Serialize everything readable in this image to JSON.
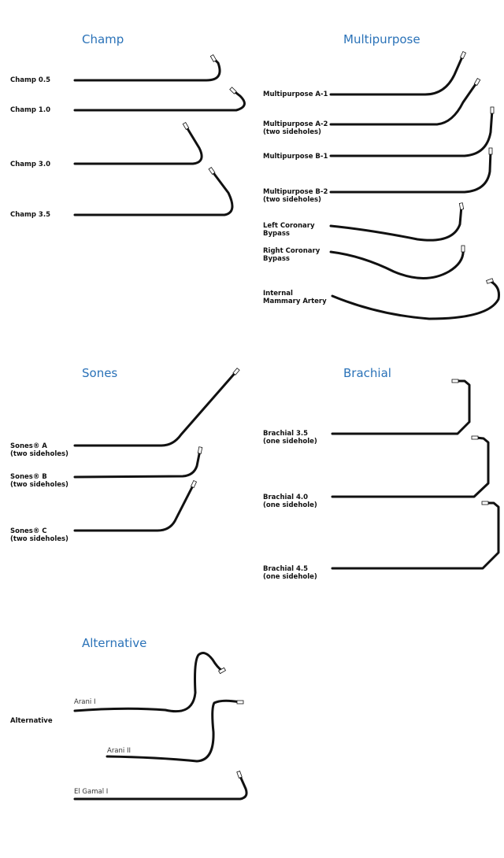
{
  "sections": {
    "champ": {
      "title": "Champ",
      "items": [
        "Champ 0.5",
        "Champ 1.0",
        "Champ 3.0",
        "Champ 3.5"
      ]
    },
    "multipurpose": {
      "title": "Multipurpose",
      "items": [
        {
          "l1": "Multipurpose A-1",
          "l2": ""
        },
        {
          "l1": "Multipurpose A-2",
          "l2": "(two sideholes)"
        },
        {
          "l1": "Multipurpose B-1",
          "l2": ""
        },
        {
          "l1": "Multipurpose B-2",
          "l2": "(two sideholes)"
        },
        {
          "l1": "Left Coronary",
          "l2": "Bypass"
        },
        {
          "l1": "Right Coronary",
          "l2": "Bypass"
        },
        {
          "l1": "Internal",
          "l2": "Mammary Artery"
        }
      ]
    },
    "sones": {
      "title": "Sones",
      "items": [
        {
          "l1": "Sones® A",
          "l2": "(two sideholes)"
        },
        {
          "l1": "Sones® B",
          "l2": "(two sideholes)"
        },
        {
          "l1": "Sones® C",
          "l2": "(two sideholes)"
        }
      ]
    },
    "brachial": {
      "title": "Brachial",
      "items": [
        {
          "l1": "Brachial 3.5",
          "l2": "(one sidehole)"
        },
        {
          "l1": "Brachial 4.0",
          "l2": "(one sidehole)"
        },
        {
          "l1": "Brachial 4.5",
          "l2": "(one sidehole)"
        }
      ]
    },
    "alternative": {
      "title": "Alternative",
      "label": "Alternative",
      "items": [
        "Arani I",
        "Arani II",
        "El Gamal I"
      ]
    }
  },
  "colors": {
    "heading": "#2a72b8",
    "catheter": "#111111",
    "sublabel": "#6a2a8a"
  }
}
